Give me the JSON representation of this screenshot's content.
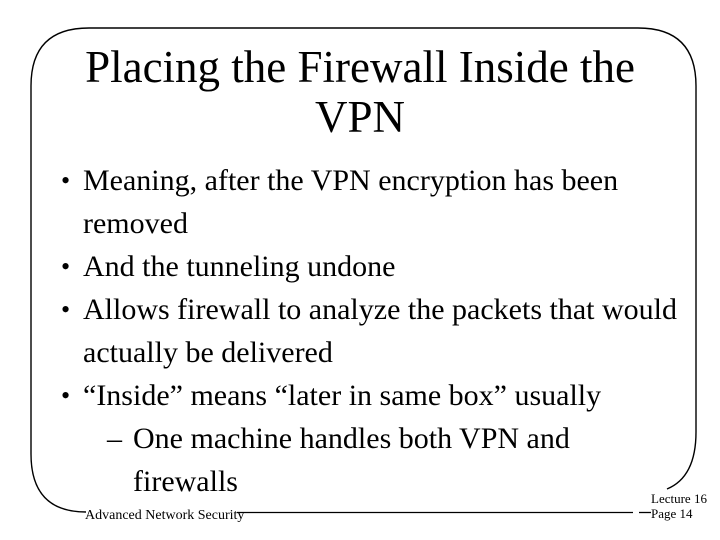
{
  "slide": {
    "title": "Placing the Firewall Inside the VPN",
    "bullets": [
      {
        "level": 1,
        "marker": "•",
        "text": "Meaning, after the VPN encryption has been removed"
      },
      {
        "level": 1,
        "marker": "•",
        "text": "And the tunneling undone"
      },
      {
        "level": 1,
        "marker": "•",
        "text": "Allows firewall to analyze the packets that would actually be delivered"
      },
      {
        "level": 1,
        "marker": "•",
        "text": "“Inside” means “later in same box” usually"
      },
      {
        "level": 2,
        "marker": "–",
        "text": "One machine handles both VPN and firewalls"
      }
    ],
    "footer": {
      "course": "Advanced Network Security",
      "lecture": "Lecture 16",
      "page": "Page 14"
    },
    "colors": {
      "background": "#ffffff",
      "text": "#000000",
      "border": "#000000"
    }
  }
}
